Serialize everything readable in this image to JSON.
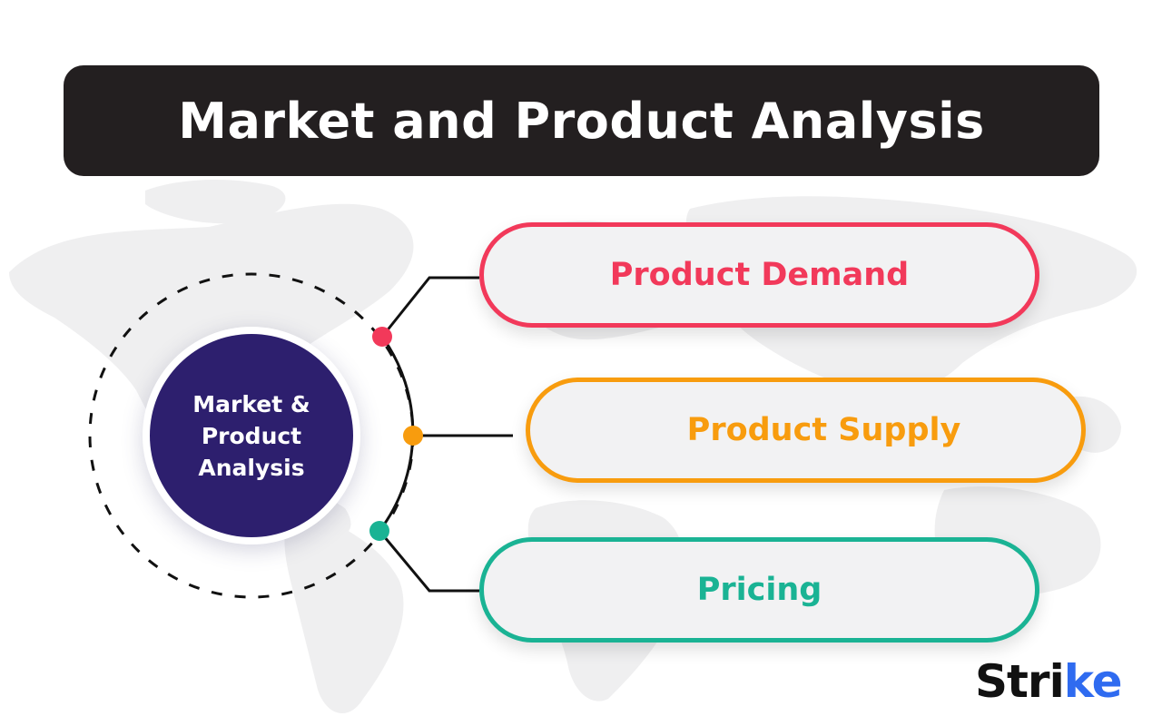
{
  "title": "Market and Product Analysis",
  "center": {
    "label": "Market &\nProduct\nAnalysis",
    "color": "#2d1f6e"
  },
  "branches": [
    {
      "label": "Product Demand",
      "color": "#f2395a"
    },
    {
      "label": "Product Supply",
      "color": "#f89c0e"
    },
    {
      "label": "Pricing",
      "color": "#1ab394"
    }
  ],
  "logo": {
    "text_main": "Stri",
    "text_accent": "ke",
    "accent_color": "#2f6bf0"
  },
  "colors": {
    "title_bg": "#231f20",
    "map_fill": "#efeff0"
  }
}
